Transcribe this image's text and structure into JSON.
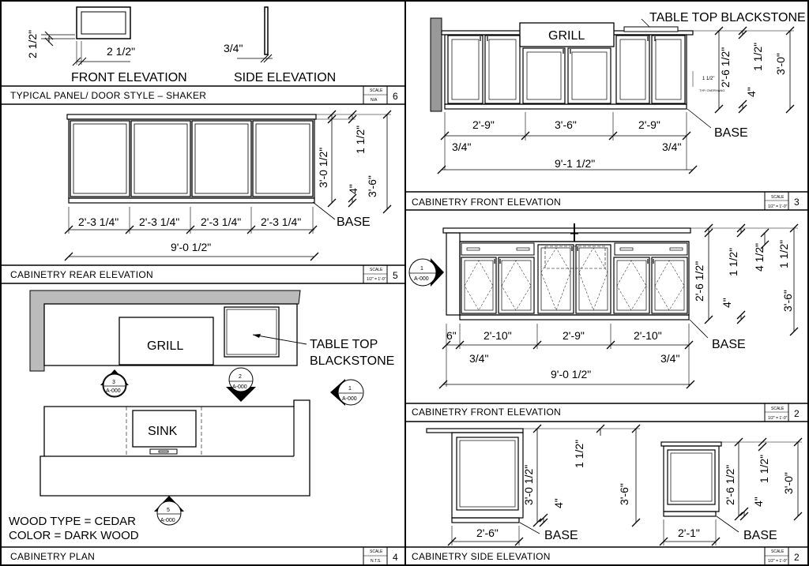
{
  "panel6": {
    "title": "TYPICAL PANEL/ DOOR STYLE – SHAKER",
    "number": "6",
    "scale_label": "SCALE",
    "scale_value": "N/A",
    "front_label": "FRONT ELEVATION",
    "side_label": "SIDE ELEVATION",
    "dim_h": "2 1/2\"",
    "dim_w": "2 1/2\"",
    "dim_side": "3/4\""
  },
  "panel5": {
    "title": "CABINETRY REAR ELEVATION",
    "number": "5",
    "scale_label": "SCALE",
    "scale_value": "1/2\" = 1'-0\"",
    "seg_dims": [
      "2'-3 1/4\"",
      "2'-3 1/4\"",
      "2'-3 1/4\"",
      "2'-3 1/4\""
    ],
    "overall": "9'-0 1/2\"",
    "v1": "3'-0 1/2\"",
    "v2": "1 1/2\"",
    "v3": "4\"",
    "v4": "3'-6\"",
    "base": "BASE"
  },
  "panel4": {
    "title": "CABINETRY PLAN",
    "number": "4",
    "scale_label": "SCALE",
    "scale_value": "N.T.S.",
    "grill": "GRILL",
    "sink": "SINK",
    "blackstone_1": "TABLE TOP",
    "blackstone_2": "BLACKSTONE",
    "wood": "WOOD TYPE = CEDAR",
    "color": "COLOR = DARK WOOD",
    "markers": [
      {
        "num": "3",
        "ref": "A-000"
      },
      {
        "num": "2",
        "ref": "A-000"
      },
      {
        "num": "1",
        "ref": "A-000"
      },
      {
        "num": "5",
        "ref": "A-000"
      }
    ]
  },
  "panel3": {
    "title": "CABINETRY  FRONT  ELEVATION",
    "number": "3",
    "scale_label": "SCALE",
    "scale_value": "1/2\" = 1'-0\"",
    "grill": "GRILL",
    "blackstone": "TABLE TOP BLACKSTONE",
    "seg_dims": [
      "2'-9\"",
      "3'-6\"",
      "2'-9\""
    ],
    "end_left": "3/4\"",
    "end_right": "3/4\"",
    "overall": "9'-1 1/2\"",
    "v1": "2'-6 1/2\"",
    "v2": "1 1/2\"",
    "v3": "3'-0\"",
    "v4": "4\"",
    "overhang_dim": "1 1/2\"",
    "overhang_note": "TYP. OVERHANG",
    "base": "BASE"
  },
  "panel2a": {
    "title": "CABINETRY  FRONT  ELEVATION",
    "number": "2",
    "scale_label": "SCALE",
    "scale_value": "1/2\" = 1'-0\"",
    "marker": {
      "num": "1",
      "ref": "A-000"
    },
    "seg_dims": [
      "2'-10\"",
      "2'-9\"",
      "2'-10\""
    ],
    "left_gap": "6\"",
    "end_left": "3/4\"",
    "end_right": "3/4\"",
    "overall": "9'-0 1/2\"",
    "v1": "2'-6 1/2\"",
    "v2": "1 1/2\"",
    "v3": "4 1/2\"",
    "v4": "1 1/2\"",
    "v5": "4\"",
    "v6": "3'-6\"",
    "base": "BASE"
  },
  "panel2b": {
    "title": "CABINETRY  SIDE  ELEVATION",
    "number": "2",
    "scale_label": "SCALE",
    "scale_value": "1/2\" = 1'-0\"",
    "left_w": "2'-6\"",
    "left_v1": "3'-0 1/2\"",
    "left_v2": "1 1/2\"",
    "left_v3": "4\"",
    "left_v4": "3'-6\"",
    "right_w": "2'-1\"",
    "right_v1": "2'-6 1/2\"",
    "right_v2": "1 1/2\"",
    "right_v3": "4\"",
    "right_v4": "3'-0\"",
    "base": "BASE"
  }
}
